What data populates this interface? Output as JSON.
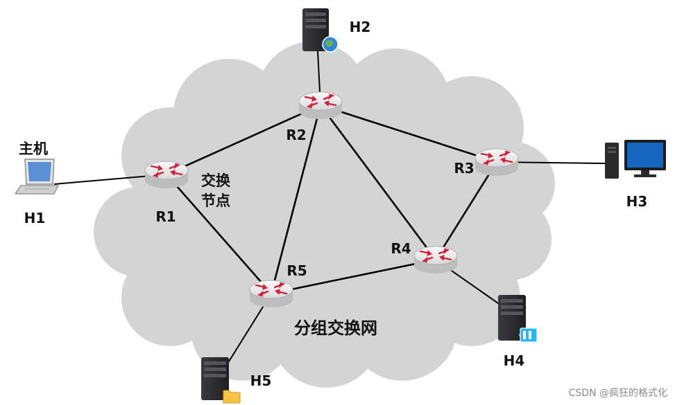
{
  "colors": {
    "cloud": "#d4d4d4",
    "link": "#000000",
    "router_body": "#f2f2f2",
    "router_arrow": "#d21f3c",
    "server_dark": "#2f2f33",
    "monitor_blue": "#1565c0"
  },
  "routers": [
    {
      "id": "R1",
      "label": "R1"
    },
    {
      "id": "R2",
      "label": "R2"
    },
    {
      "id": "R3",
      "label": "R3"
    },
    {
      "id": "R4",
      "label": "R4"
    },
    {
      "id": "R5",
      "label": "R5"
    }
  ],
  "hosts": [
    {
      "id": "H1",
      "label": "H1",
      "icon": "laptop-icon"
    },
    {
      "id": "H2",
      "label": "H2",
      "icon": "server-globe-icon"
    },
    {
      "id": "H3",
      "label": "H3",
      "icon": "desktop-computer-icon"
    },
    {
      "id": "H4",
      "label": "H4",
      "icon": "server-media-icon"
    },
    {
      "id": "H5",
      "label": "H5",
      "icon": "server-folder-icon"
    }
  ],
  "links": [
    [
      "H1",
      "R1"
    ],
    [
      "H2",
      "R2"
    ],
    [
      "H3",
      "R3"
    ],
    [
      "H4",
      "R4"
    ],
    [
      "H5",
      "R5"
    ],
    [
      "R1",
      "R2"
    ],
    [
      "R1",
      "R5"
    ],
    [
      "R2",
      "R3"
    ],
    [
      "R2",
      "R4"
    ],
    [
      "R2",
      "R5"
    ],
    [
      "R3",
      "R4"
    ],
    [
      "R4",
      "R5"
    ]
  ],
  "annotations": {
    "host_label": "主机",
    "switch_node_line1": "交换",
    "switch_node_line2": "节点",
    "network_label": "分组交换网"
  },
  "watermark": "CSDN @疯狂的格式化"
}
